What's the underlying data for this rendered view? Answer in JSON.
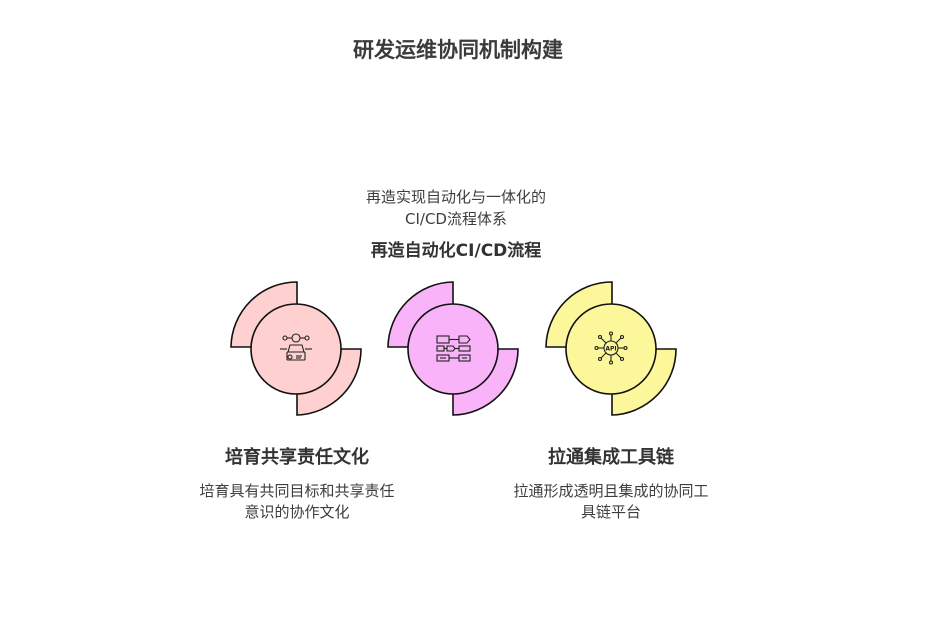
{
  "title": "研发运维协同机制构建",
  "center": {
    "description_line1": "再造实现自动化与一体化的",
    "description_line2": "CI/CD流程体系",
    "heading": "再造自动化CI/CD流程"
  },
  "left": {
    "heading": "培育共享责任文化",
    "description_line1": "培育具有共同目标和共享责任",
    "description_line2": "意识的协作文化",
    "color": "#ffd0d0"
  },
  "middle": {
    "color": "#f9b4f9"
  },
  "right": {
    "heading": "拉通集成工具链",
    "description_line1": "拉通形成透明且集成的协同工",
    "description_line2": "具链平台",
    "color": "#fbf79a"
  }
}
